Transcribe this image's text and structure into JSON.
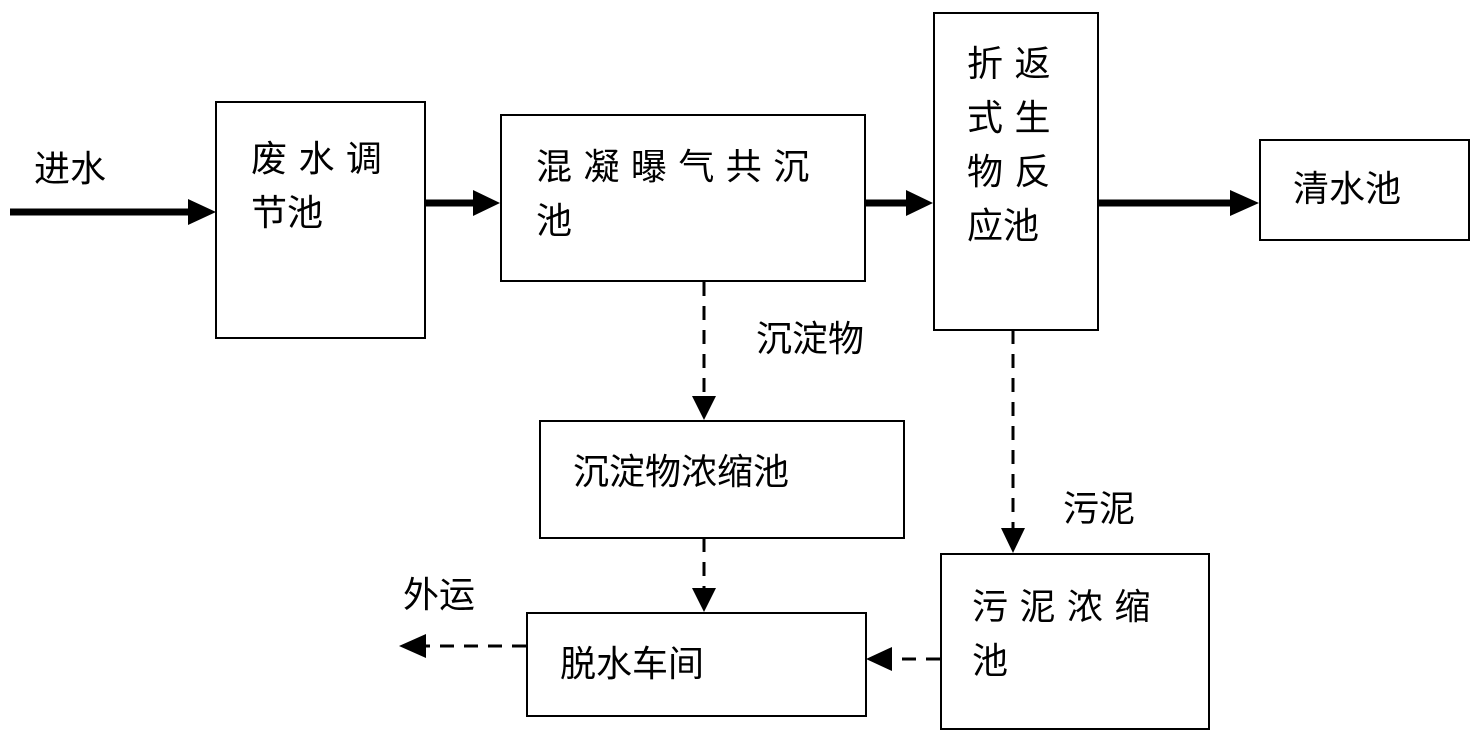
{
  "nodes": {
    "adjust": "废 水 调\n节池",
    "coag": "混 凝 曝 气 共 沉\n池",
    "bio": "折 返\n式 生\n物 反\n应池",
    "clear": "清水池",
    "sed_thick": "沉淀物浓缩池",
    "dewater": "脱水车间",
    "sludge_thick": "污 泥 浓 缩\n池"
  },
  "labels": {
    "inflow": "进水",
    "sediment": "沉淀物",
    "sludge": "污泥",
    "outbound": "外运"
  }
}
